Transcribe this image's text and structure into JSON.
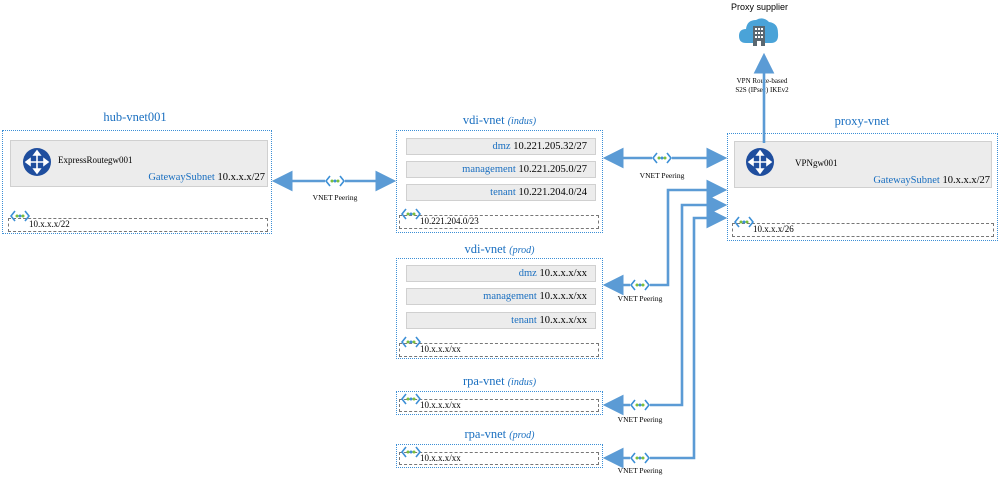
{
  "proxy_supplier": {
    "label": "Proxy supplier"
  },
  "vpn_link": {
    "line1": "VPN Route-based",
    "line2": "S2S (IPsec) IKEv2"
  },
  "hub": {
    "title": "hub-vnet001",
    "gateway": "ExpressRoutegw001",
    "gateway_subnet_name": "GatewaySubnet",
    "gateway_subnet_range": "10.x.x.x/27",
    "address": "10.x.x.x/22"
  },
  "vdi_indus": {
    "title": "vdi-vnet",
    "qualifier": "(indus)",
    "subnets": [
      {
        "name": "dmz",
        "range": "10.221.205.32/27"
      },
      {
        "name": "management",
        "range": "10.221.205.0/27"
      },
      {
        "name": "tenant",
        "range": "10.221.204.0/24"
      }
    ],
    "address": "10.221.204.0/23"
  },
  "vdi_prod": {
    "title": "vdi-vnet",
    "qualifier": "(prod)",
    "subnets": [
      {
        "name": "dmz",
        "range": "10.x.x.x/xx"
      },
      {
        "name": "management",
        "range": "10.x.x.x/xx"
      },
      {
        "name": "tenant",
        "range": "10.x.x.x/xx"
      }
    ],
    "address": "10.x.x.x/xx"
  },
  "rpa_indus": {
    "title": "rpa-vnet",
    "qualifier": "(indus)",
    "address": "10.x.x.x/xx"
  },
  "rpa_prod": {
    "title": "rpa-vnet",
    "qualifier": "(prod)",
    "address": "10.x.x.x/xx"
  },
  "proxy": {
    "title": "proxy-vnet",
    "gateway": "VPNgw001",
    "gateway_subnet_name": "GatewaySubnet",
    "gateway_subnet_range": "10.x.x.x/27",
    "address": "10.x.x.x/26"
  },
  "peerings": {
    "hub_vdi": "VNET Peering",
    "vdi_proxy": "VNET Peering",
    "vdi_prod": "VNET Peering",
    "rpa_indus": "VNET Peering",
    "rpa_prod": "VNET Peering"
  },
  "colors": {
    "accent": "#1a6fc0",
    "arrow": "#5b9bd5",
    "router": "#1f4e9e",
    "cloud": "#4aa3d8"
  },
  "icons": [
    "cloud-building-icon",
    "router-icon",
    "vnet-peering-icon",
    "vnet-address-icon"
  ]
}
